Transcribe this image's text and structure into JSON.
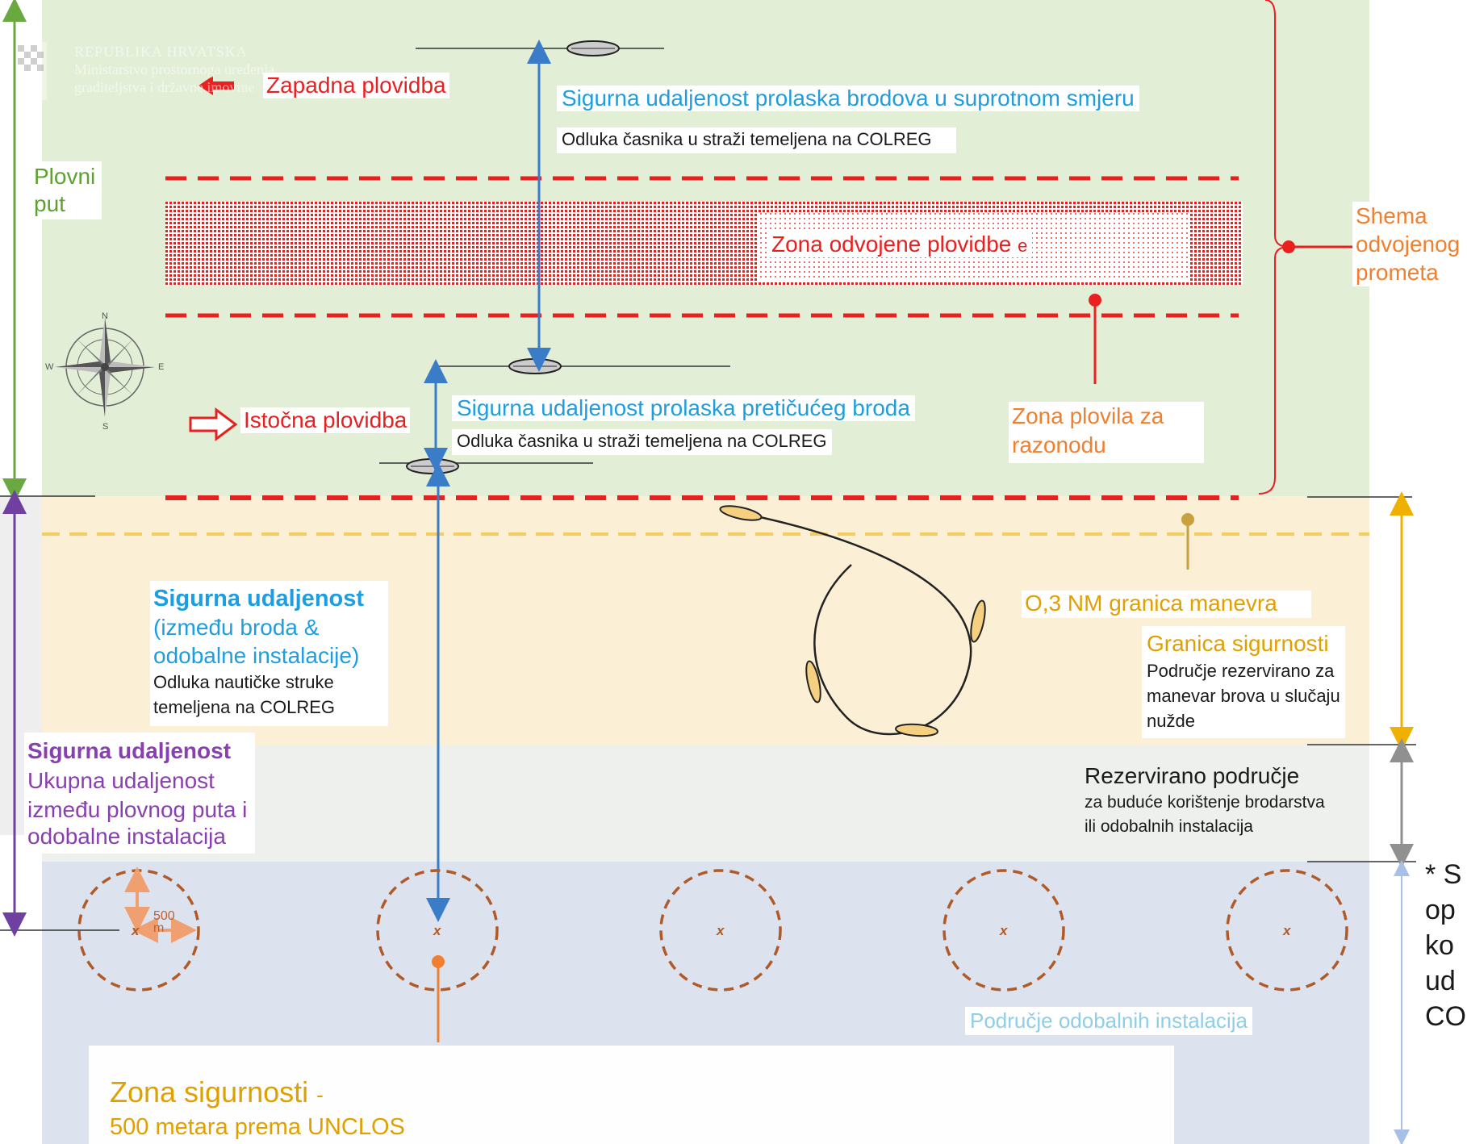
{
  "header": {
    "country": "REPUBLIKA HRVATSKA",
    "ministry_line1": "Ministarstvo prostornoga uređenja,",
    "ministry_line2": "graditeljstva i državne imovine"
  },
  "labels": {
    "westbound": "Zapadna plovidba",
    "opposite_title": "Sigurna udaljenost prolaska brodova u suprotnom smjeru",
    "opposite_sub": "Odluka časnika u straži temeljena na COLREG",
    "fairway_line1": "Plovni",
    "fairway_line2": "put",
    "separation_zone": "Zona odvojene plovidbe",
    "separation_zone_e": "e",
    "tss_line1": "Shema",
    "tss_line2": "odvojenog",
    "tss_line3": "prometa",
    "eastbound": "Istočna plovidba",
    "overtaking_title": "Sigurna udaljenost prolaska pretičućeg broda",
    "overtaking_sub": "Odluka časnika u straži temeljena na COLREG",
    "leisure_line1": "Zona plovila za",
    "leisure_line2": "razonodu",
    "maneuver_limit": "O,3 NM granica manevra",
    "safety_limit_title": "Granica sigurnosti",
    "safety_limit_line1": "Područje rezervirano za",
    "safety_limit_line2": "manevar brova u slučaju",
    "safety_limit_line3": "nužde",
    "safe_dist_ship_title": "Sigurna udaljenost",
    "safe_dist_ship_line1": "(između broda &",
    "safe_dist_ship_line2": "odobalne instalacije)",
    "safe_dist_ship_line3": "Odluka nautičke struke",
    "safe_dist_ship_line4": "temeljena na COLREG",
    "safe_dist_total_title": "Sigurna udaljenost",
    "safe_dist_total_line1": "Ukupna udaljenost",
    "safe_dist_total_line2": "između plovnog puta i",
    "safe_dist_total_line3": "odobalne instalacija",
    "reserved_title": "Rezervirano područje",
    "reserved_line1": "za buduće korištenje brodarstva",
    "reserved_line2": "ili odobalnih instalacija",
    "offshore_area": "Područje odobalnih instalacija",
    "safety_zone_title": "Zona sigurnosti",
    "safety_zone_dash": "-",
    "safety_zone_sub": "500 metara prema UNCLOS",
    "radius_label_1": "500",
    "radius_label_2": "m",
    "installation_mark": "x",
    "footnote_line1": "* S",
    "footnote_line2": "op",
    "footnote_line3": "ko",
    "footnote_line4": "ud",
    "footnote_line5": "CO"
  },
  "compass": {
    "n": "N",
    "e": "E",
    "s": "S",
    "w": "W"
  },
  "colors": {
    "fairway_bg": "#e3eed6",
    "buffer_bg": "#fbf0d6",
    "reserved_bg": "#eef0ee",
    "offshore_bg": "#dde2ef",
    "tss_red": "#e82020",
    "blue_arrow": "#3a7cc8",
    "purple_arrow": "#7040a0",
    "green_arrow": "#6aa840",
    "orange_arrow": "#f0b000",
    "gray_arrow": "#909090",
    "circle_brown": "#b05a28"
  }
}
